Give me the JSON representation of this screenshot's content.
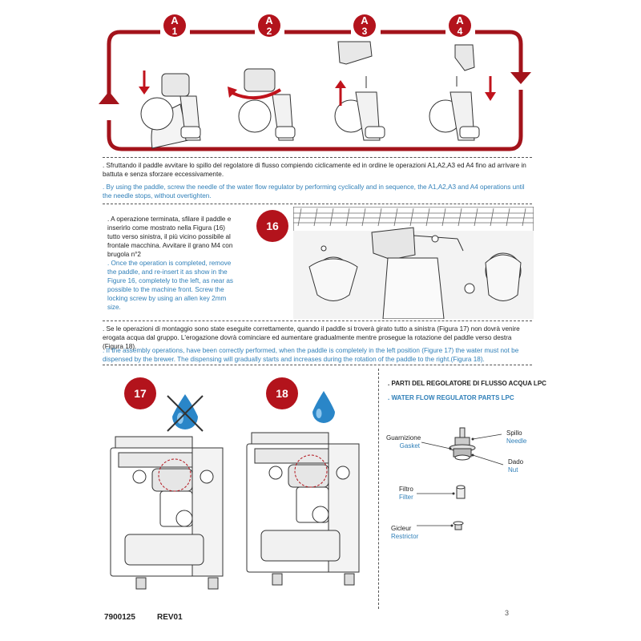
{
  "steps": [
    {
      "letter": "A",
      "number": "1"
    },
    {
      "letter": "A",
      "number": "2"
    },
    {
      "letter": "A",
      "number": "3"
    },
    {
      "letter": "A",
      "number": "4"
    }
  ],
  "section1": {
    "it": ". Sfruttando il paddle avvitare lo spillo del regolatore di flusso compiendo ciclicamente ed in ordine le operazioni A1,A2,A3 ed A4 fino ad arrivare in battuta e senza sforzare eccessivamente.",
    "en": ". By using the paddle, screw the needle of the water flow regulator by performing cyclically and in sequence, the A1,A2,A3 and A4 operations until the needle stops, without overtighten."
  },
  "section2": {
    "it": ". A operazione terminata, sfilare il paddle e inserirlo come mostrato nella Figura (16) tutto verso sinistra, il più vicino possibile al frontale macchina. Avvitare il grano M4 con brugola n°2",
    "en": ". Once the operation is completed, remove the paddle, and re-insert it as show in the Figure 16, completely to the left, as near as possible to the machine front. Screw the locking screw by using an allen key 2mm size.",
    "figure": "16"
  },
  "section3": {
    "it": ". Se le operazioni di montaggio sono state eseguite correttamente, quando il paddle si troverà girato tutto a sinistra (Figura 17) non dovrà venire erogata acqua dal gruppo. L'erogazione dovrà cominciare ed aumentare gradualmente mentre prosegue la rotazione del paddle verso destra (Figura 18).",
    "en": ". If the assembly operations, have been correctly performed, when the paddle is completely in the left position (Figure 17) the water must not be dispensed by the brewer. The dispensing will gradually starts and increases during the rotation of the paddle to the right.(Figura 18)."
  },
  "figures": {
    "fig17": "17",
    "fig18": "18"
  },
  "parts": {
    "title_it": ". PARTI DEL REGOLATORE DI FLUSSO ACQUA LPC",
    "title_en": ". WATER FLOW REGULATOR PARTS LPC",
    "items": [
      {
        "it": "Guarnizione",
        "en": "Gasket"
      },
      {
        "it": "Spillo",
        "en": "Needle"
      },
      {
        "it": "Dado",
        "en": "Nut"
      },
      {
        "it": "Filtro",
        "en": "Filter"
      },
      {
        "it": "Gicleur",
        "en": "Restrictor"
      }
    ]
  },
  "footer": {
    "code": "7900125",
    "rev": "REV01",
    "page": "3"
  },
  "colors": {
    "accent_red": "#b3131c",
    "text_blue": "#2f7fb8",
    "drop_blue": "#2a86c8"
  }
}
